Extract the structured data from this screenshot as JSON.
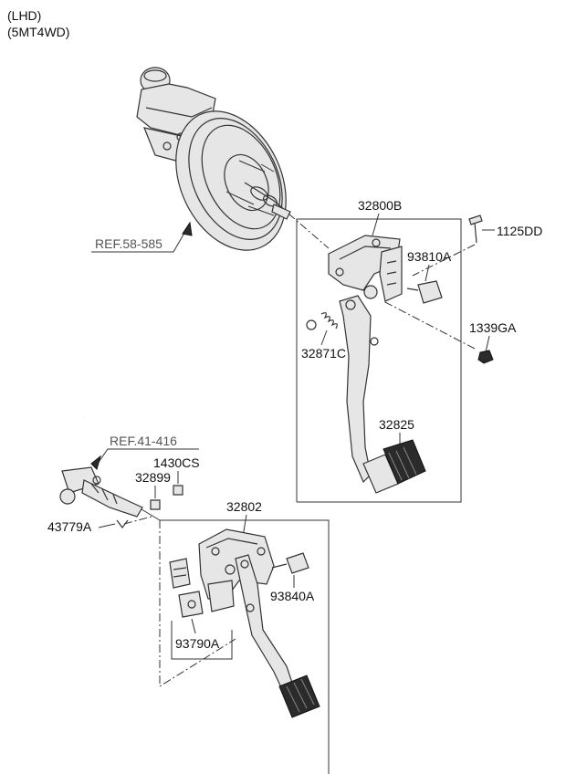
{
  "header": {
    "line1": "(LHD)",
    "line2": "(5MT4WD)"
  },
  "labels": {
    "ref_brake": "REF.58-585",
    "assy_brake": "32800B",
    "bolt": "1125DD",
    "switch_upper": "93810A",
    "nut": "1339GA",
    "spring": "32871C",
    "pad_upper": "32825",
    "ref_clutch": "REF.41-416",
    "pin": "1430CS",
    "bushing": "32899",
    "clip": "43779A",
    "assy_clutch": "32802",
    "switch_lower": "93840A",
    "sensor": "93790A"
  }
}
